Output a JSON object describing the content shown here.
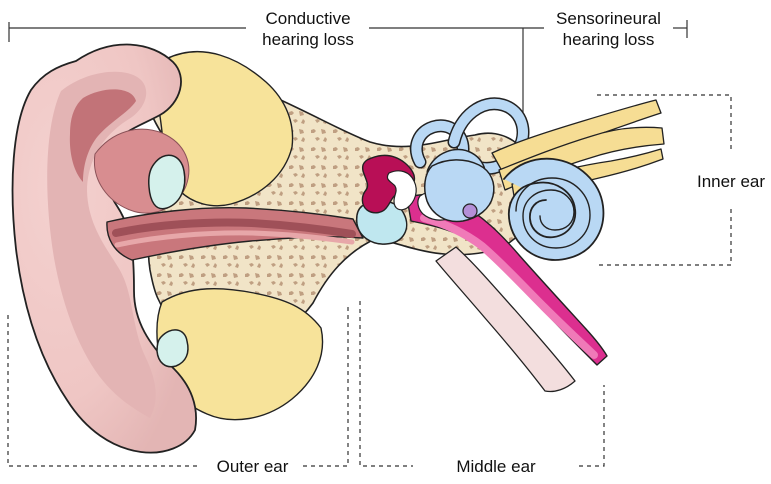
{
  "labels": {
    "conductive_line1": "Conductive",
    "conductive_line2": "hearing loss",
    "sensorineural_line1": "Sensorineural",
    "sensorineural_line2": "hearing loss",
    "inner_ear": "Inner ear",
    "outer_ear": "Outer ear",
    "middle_ear": "Middle ear"
  },
  "colors": {
    "pinna": "#efc6c4",
    "pinna_shadow": "#d88d90",
    "pinna_deep": "#c27378",
    "fat_tissue": "#f7e39a",
    "bone": "#f1e4c7",
    "bone_spots": "#bf9f82",
    "cartilage": "#d5f1ec",
    "ossicles": "#b80f56",
    "eustachian_tube": "#dc2f8f",
    "eustachian_inner": "#f07ab8",
    "cochlea": "#b9d8f4",
    "nerve": "#f6dd94",
    "eardrum": "#bfe7ef",
    "outline": "#222222",
    "guide_line": "#333333"
  },
  "icons": [
    "ear-anatomy-icon",
    "cochlea-icon",
    "semicircular-canals-icon",
    "ossicles-icon",
    "eustachian-tube-icon"
  ]
}
